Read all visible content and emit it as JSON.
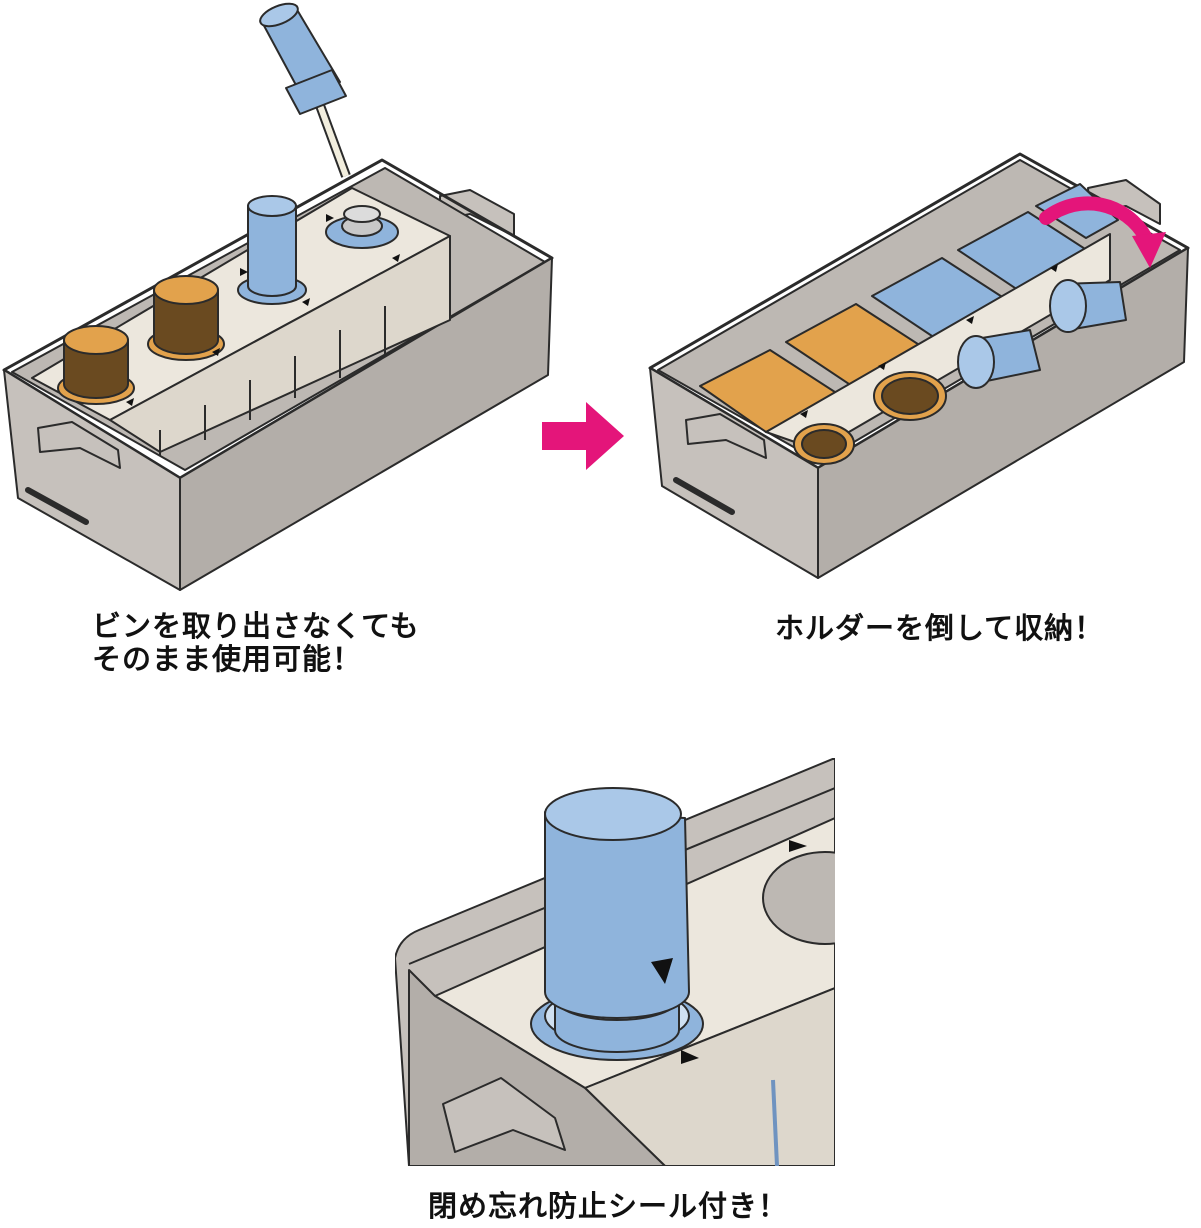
{
  "captions": {
    "left_line1": "ビンを取り出さなくても",
    "left_line2": "そのまま使用可能！",
    "right": "ホルダーを倒して収納！",
    "bottom": "閉め忘れ防止シール付き！"
  },
  "colors": {
    "tray_gray": "#c6c1bc",
    "tray_dark": "#9c9792",
    "holder_cream": "#ece7dd",
    "cap_blue": "#8fb4dc",
    "cap_blue_light": "#aac8e8",
    "amber": "#e2a24c",
    "arrow_magenta": "#e4157a",
    "outline": "#2b2b2b"
  },
  "icons": [
    "right-arrow-icon",
    "curved-rotate-arrow-icon",
    "triangle-marker-icon"
  ]
}
